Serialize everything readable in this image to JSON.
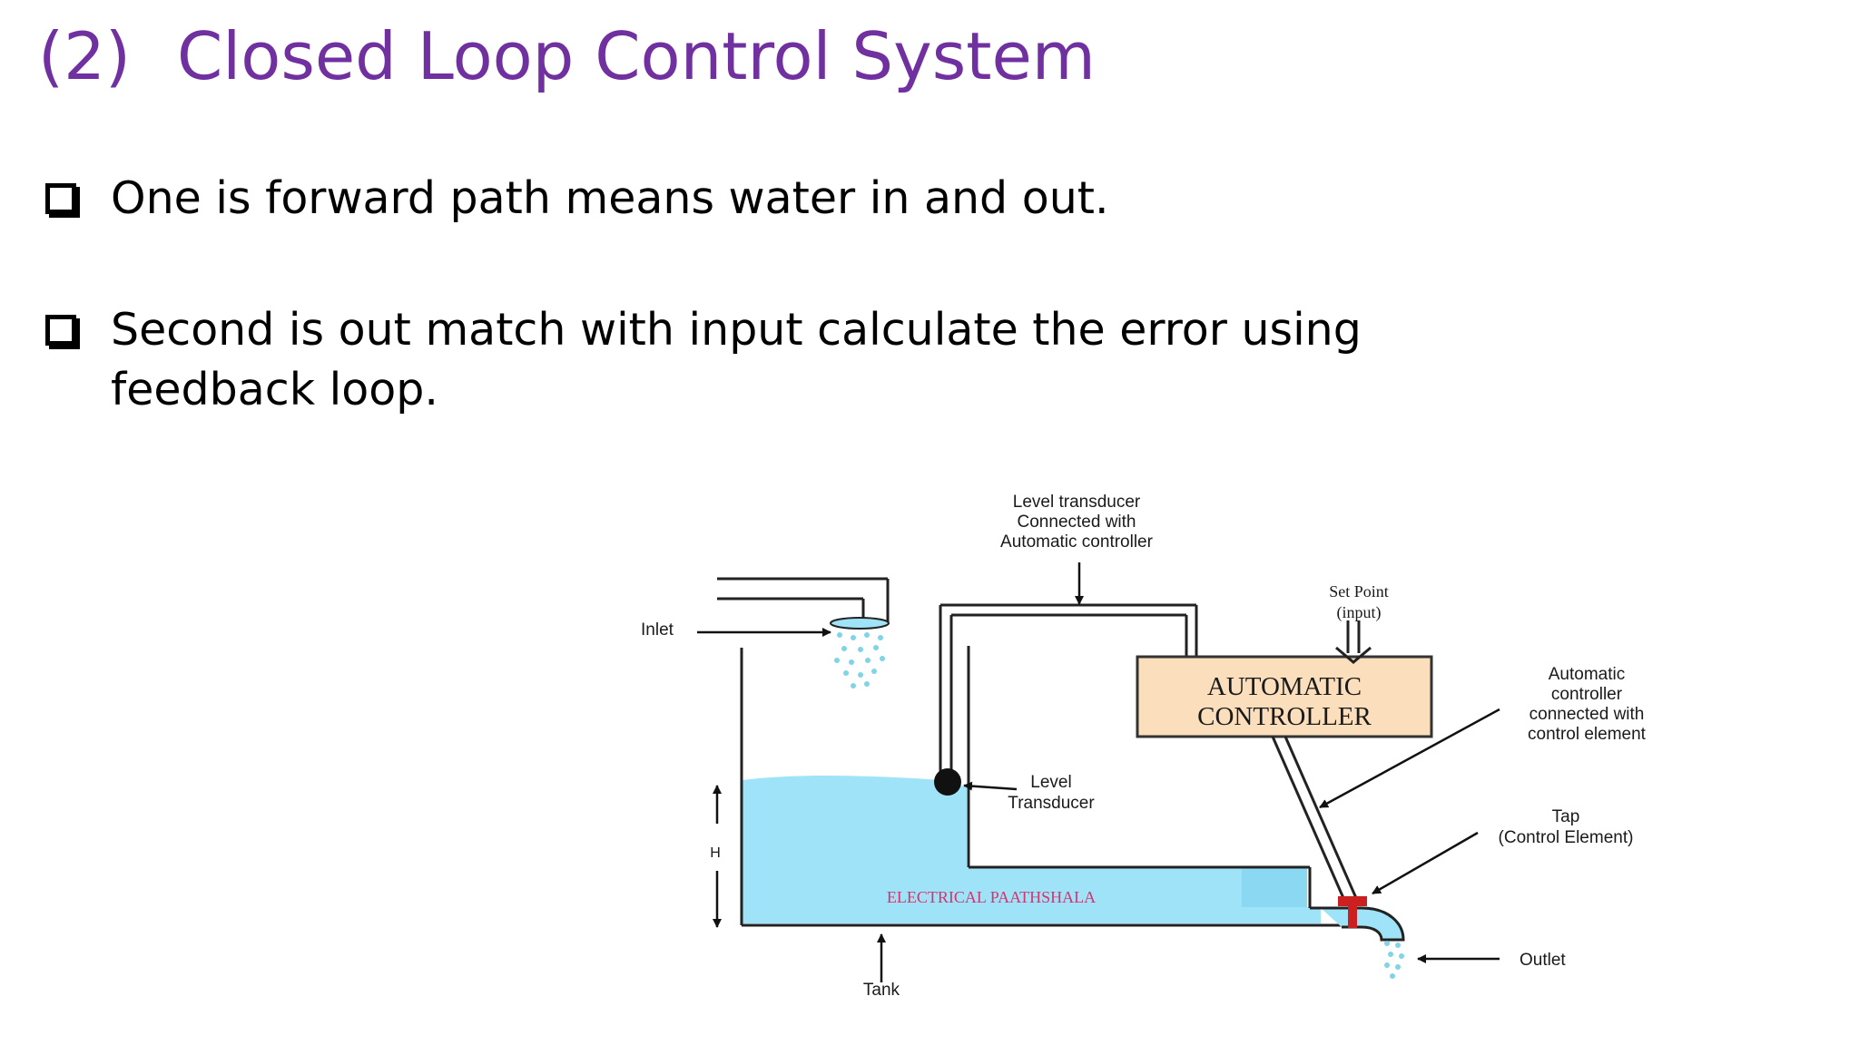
{
  "slide": {
    "title_number": "(2)",
    "title_text": "Closed Loop Control System"
  },
  "bullets": [
    {
      "text": "One is forward path means water in and out."
    },
    {
      "text": "Second is out match with input calculate the error using feedback loop."
    }
  ],
  "diagram": {
    "labels": {
      "level_transducer_top": [
        "Level transducer",
        "Connected with",
        "Automatic controller"
      ],
      "set_point": [
        "Set Point",
        "(input)"
      ],
      "inlet": "Inlet",
      "controller": [
        "AUTOMATIC",
        "CONTROLLER"
      ],
      "auto_controller_side": [
        "Automatic",
        "controller",
        "connected with",
        "control element"
      ],
      "level_transducer": [
        "Level",
        "Transducer"
      ],
      "tap": [
        "Tap",
        "(Control Element)"
      ],
      "height": "H",
      "watermark": "ELECTRICAL  PAATHSHALA",
      "outlet": "Outlet",
      "tank": "Tank"
    },
    "colors": {
      "water": "#9fe3f8",
      "controller_fill": "#fbdfbd",
      "tap": "#cc2020",
      "drops": "#7fd4e8",
      "title": "#7030a0"
    }
  }
}
